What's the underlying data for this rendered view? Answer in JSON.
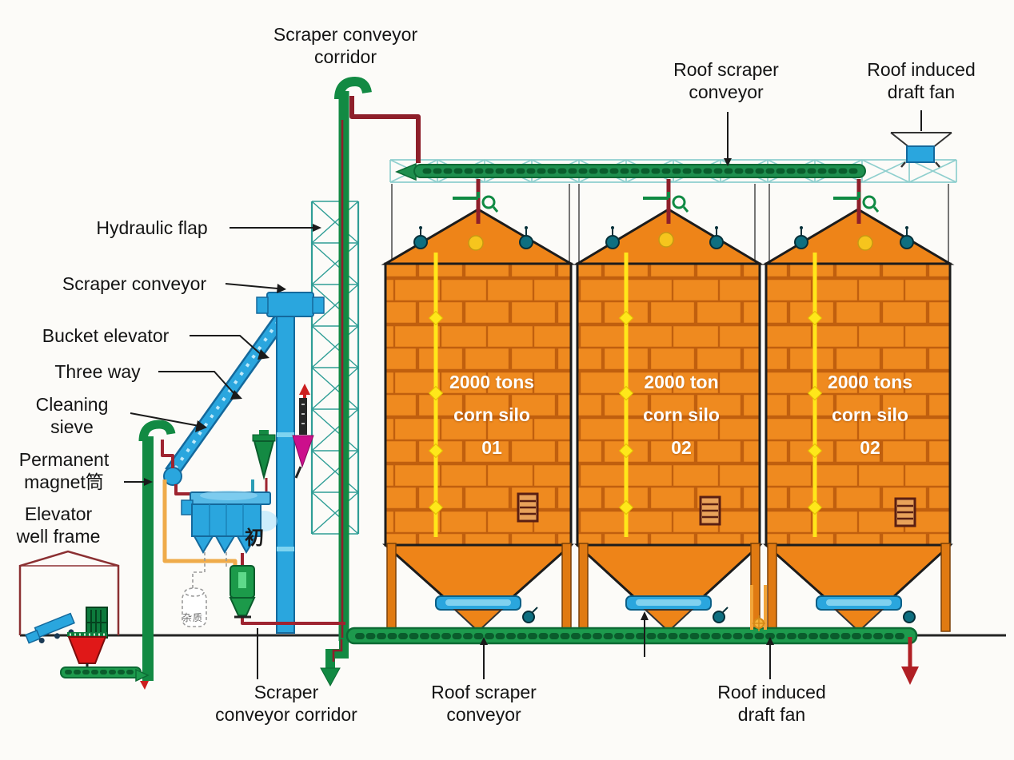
{
  "labels": {
    "top_corridor": "Scraper conveyor corridor",
    "roof_scraper_top": "Roof scraper conveyor",
    "roof_fan_top": "Roof induced draft fan",
    "hydraulic_flap": "Hydraulic flap",
    "scraper_conveyor": "Scraper conveyor",
    "bucket_elevator": "Bucket elevator",
    "three_way": "Three way",
    "cleaning_sieve": "Cleaning sieve",
    "permanent_magnet": "Permanent magnet筒",
    "elevator_well_frame": "Elevator well frame",
    "bottom_corridor": {
      "line1": "Scraper",
      "line2": "conveyor corridor"
    },
    "roof_scraper_bottom": "Roof scraper conveyor",
    "roof_fan_bottom": "Roof induced draft fan"
  },
  "annotations": {
    "sieve_char": "初",
    "sack_label": "杂质"
  },
  "silos": [
    {
      "capacity": "2000 tons",
      "type": "corn silo",
      "number": "01"
    },
    {
      "capacity": "2000 ton",
      "type": "corn silo",
      "number": "02"
    },
    {
      "capacity": "2000 tons",
      "type": "corn silo",
      "number": "02"
    }
  ],
  "colors": {
    "silo_orange": "#ef8a1f",
    "brick_line": "#c05f0e",
    "conveyor_green": "#1d9a4d",
    "pipe_dark_red": "#8e1f2a",
    "elevator_blue": "#2aa6de",
    "lattice_teal": "#2f9e96",
    "truss_light_teal": "#8fcfce",
    "cable_yellow": "#ffe71a",
    "hopper_red": "#e01818",
    "three_way_magenta": "#cc0f8c"
  }
}
